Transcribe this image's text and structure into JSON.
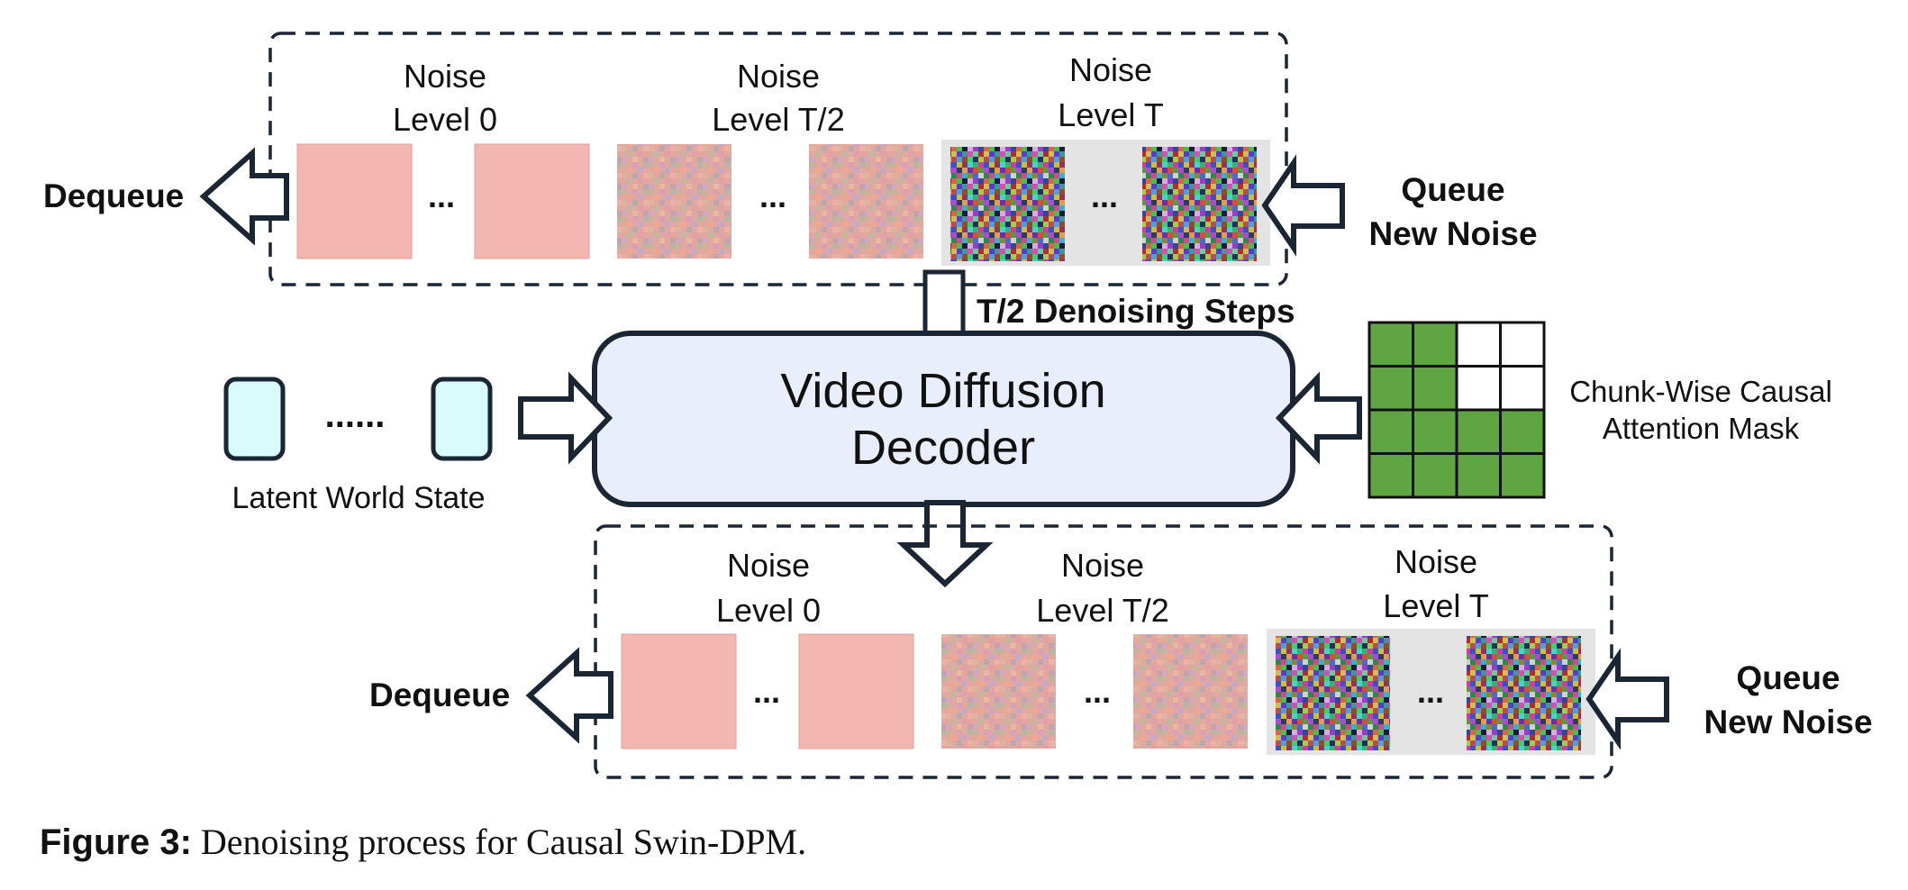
{
  "top_queue": {
    "dequeue_label": "Dequeue",
    "queue_label_line1": "Queue",
    "queue_label_line2": "New Noise",
    "groups": [
      {
        "line1": "Noise",
        "line2": "Level 0"
      },
      {
        "line1": "Noise",
        "line2": "Level T/2"
      },
      {
        "line1": "Noise",
        "line2": "Level T"
      }
    ],
    "ellipsis": "..."
  },
  "denoise_steps_label": "T/2 Denoising Steps",
  "decoder": {
    "line1": "Video Diffusion",
    "line2": "Decoder"
  },
  "latent": {
    "label": "Latent World State",
    "dots": "......"
  },
  "mask": {
    "line1": "Chunk-Wise Causal",
    "line2": "Attention Mask",
    "grid": [
      [
        1,
        1,
        0,
        0
      ],
      [
        1,
        1,
        0,
        0
      ],
      [
        1,
        1,
        1,
        1
      ],
      [
        1,
        1,
        1,
        1
      ]
    ]
  },
  "bottom_queue": {
    "dequeue_label": "Dequeue",
    "queue_label_line1": "Queue",
    "queue_label_line2": "New Noise",
    "groups": [
      {
        "line1": "Noise",
        "line2": "Level 0"
      },
      {
        "line1": "Noise",
        "line2": "Level T/2"
      },
      {
        "line1": "Noise",
        "line2": "Level T"
      }
    ],
    "ellipsis": "..."
  },
  "caption": {
    "label": "Figure 3:",
    "text": "Denoising process for Causal Swin-DPM."
  },
  "colors": {
    "clean_frame": "#f4b6b0",
    "decoder_fill": "#e8eefc",
    "latent_fill": "#d9fbfb",
    "mask_on": "#5fa542",
    "mask_off": "#ffffff",
    "outline": "#1a2633",
    "noise_bg": "#e4e4e4"
  }
}
